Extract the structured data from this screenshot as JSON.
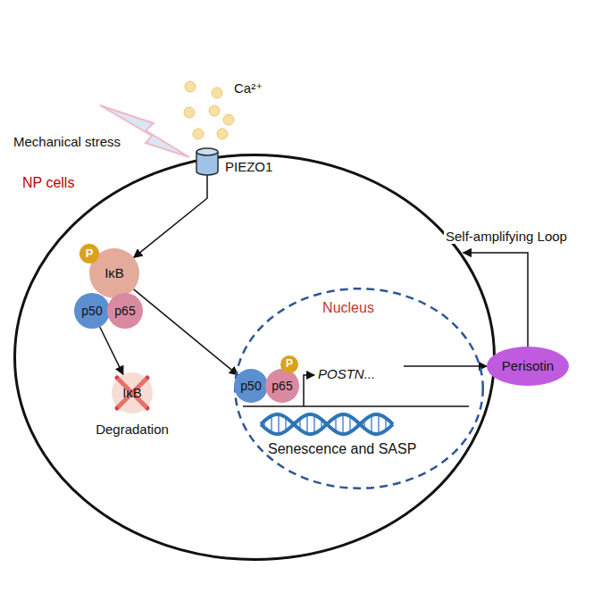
{
  "diagram": {
    "nodes": [
      {
        "text": [
          "NP cells"
        ]
      },
      {
        "text": [
          "PIEZO1"
        ]
      },
      {
        "text": [
          "IκB"
        ],
        "in": 0
      },
      {
        "text": [
          "P"
        ],
        "in": 0
      },
      {
        "text": [
          "p50"
        ],
        "in": 0
      },
      {
        "text": [
          "p65"
        ],
        "in": 0
      },
      {
        "text": [
          "Nucleus"
        ],
        "in": 0
      },
      {
        "text": [
          "p50"
        ],
        "in": 6
      },
      {
        "text": [
          "p65"
        ],
        "in": 6
      },
      {
        "text": [
          "P"
        ],
        "in": 6
      },
      {
        "text": [
          "IκB",
          "Degradation"
        ],
        "in": 0
      },
      {
        "text": [
          "Perisotin"
        ]
      }
    ],
    "edges": [
      {
        "from": 1,
        "to": 2,
        "arrow": "to"
      },
      {
        "from": 2,
        "to": 7,
        "arrow": "to"
      },
      {
        "from": 4,
        "to": 10,
        "arrow": "to"
      },
      {
        "from": 6,
        "to": 11,
        "arrow": "to"
      },
      {
        "from": 11,
        "to": 0,
        "label": "Self-amplifying Loop",
        "arrow": "to"
      }
    ],
    "labels": [
      "Mechanical stress",
      "Ca²⁺",
      "POSTN...",
      "Senescence and SASP"
    ]
  }
}
